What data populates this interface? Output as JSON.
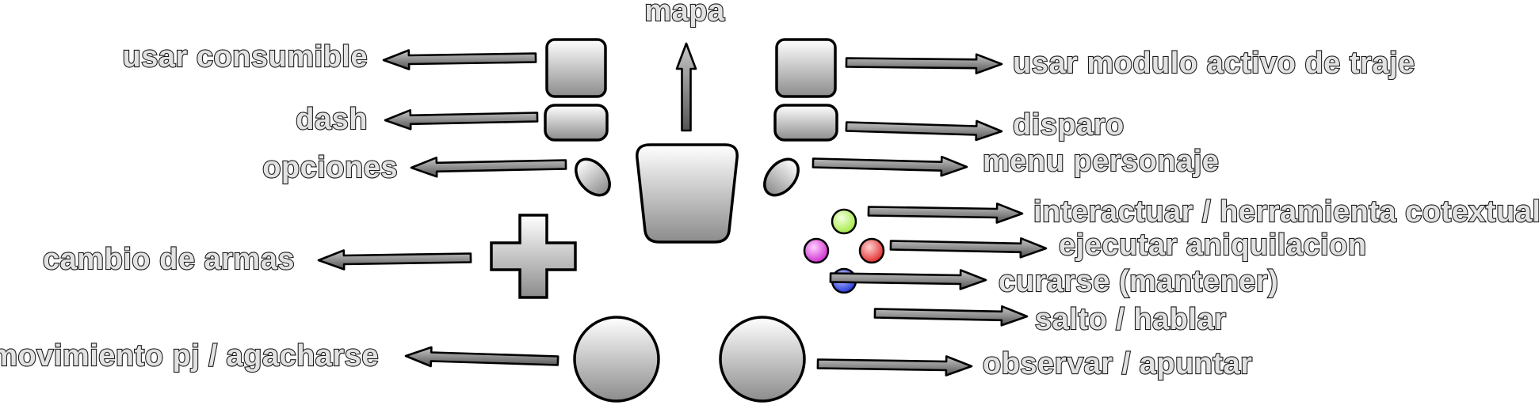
{
  "labels": {
    "mapa": "mapa",
    "usar_consumible": "usar consumible",
    "dash": "dash",
    "opciones": "opciones",
    "cambio_armas": "cambio de armas",
    "movimiento": "movimiento pj / agacharse",
    "modulo": "usar modulo activo de traje",
    "disparo": "disparo",
    "menu": "menu personaje",
    "interactuar": "interactuar / herramienta cotextual",
    "aniquilacion": "ejecutar aniquilacion",
    "curarse": "curarse (mantener)",
    "salto": "salto / hablar",
    "observar": "observar / apuntar"
  },
  "colors": {
    "button_green": "#9ee83a",
    "button_red": "#e02020",
    "button_magenta": "#cc22cc",
    "button_blue": "#1a2bd6"
  }
}
